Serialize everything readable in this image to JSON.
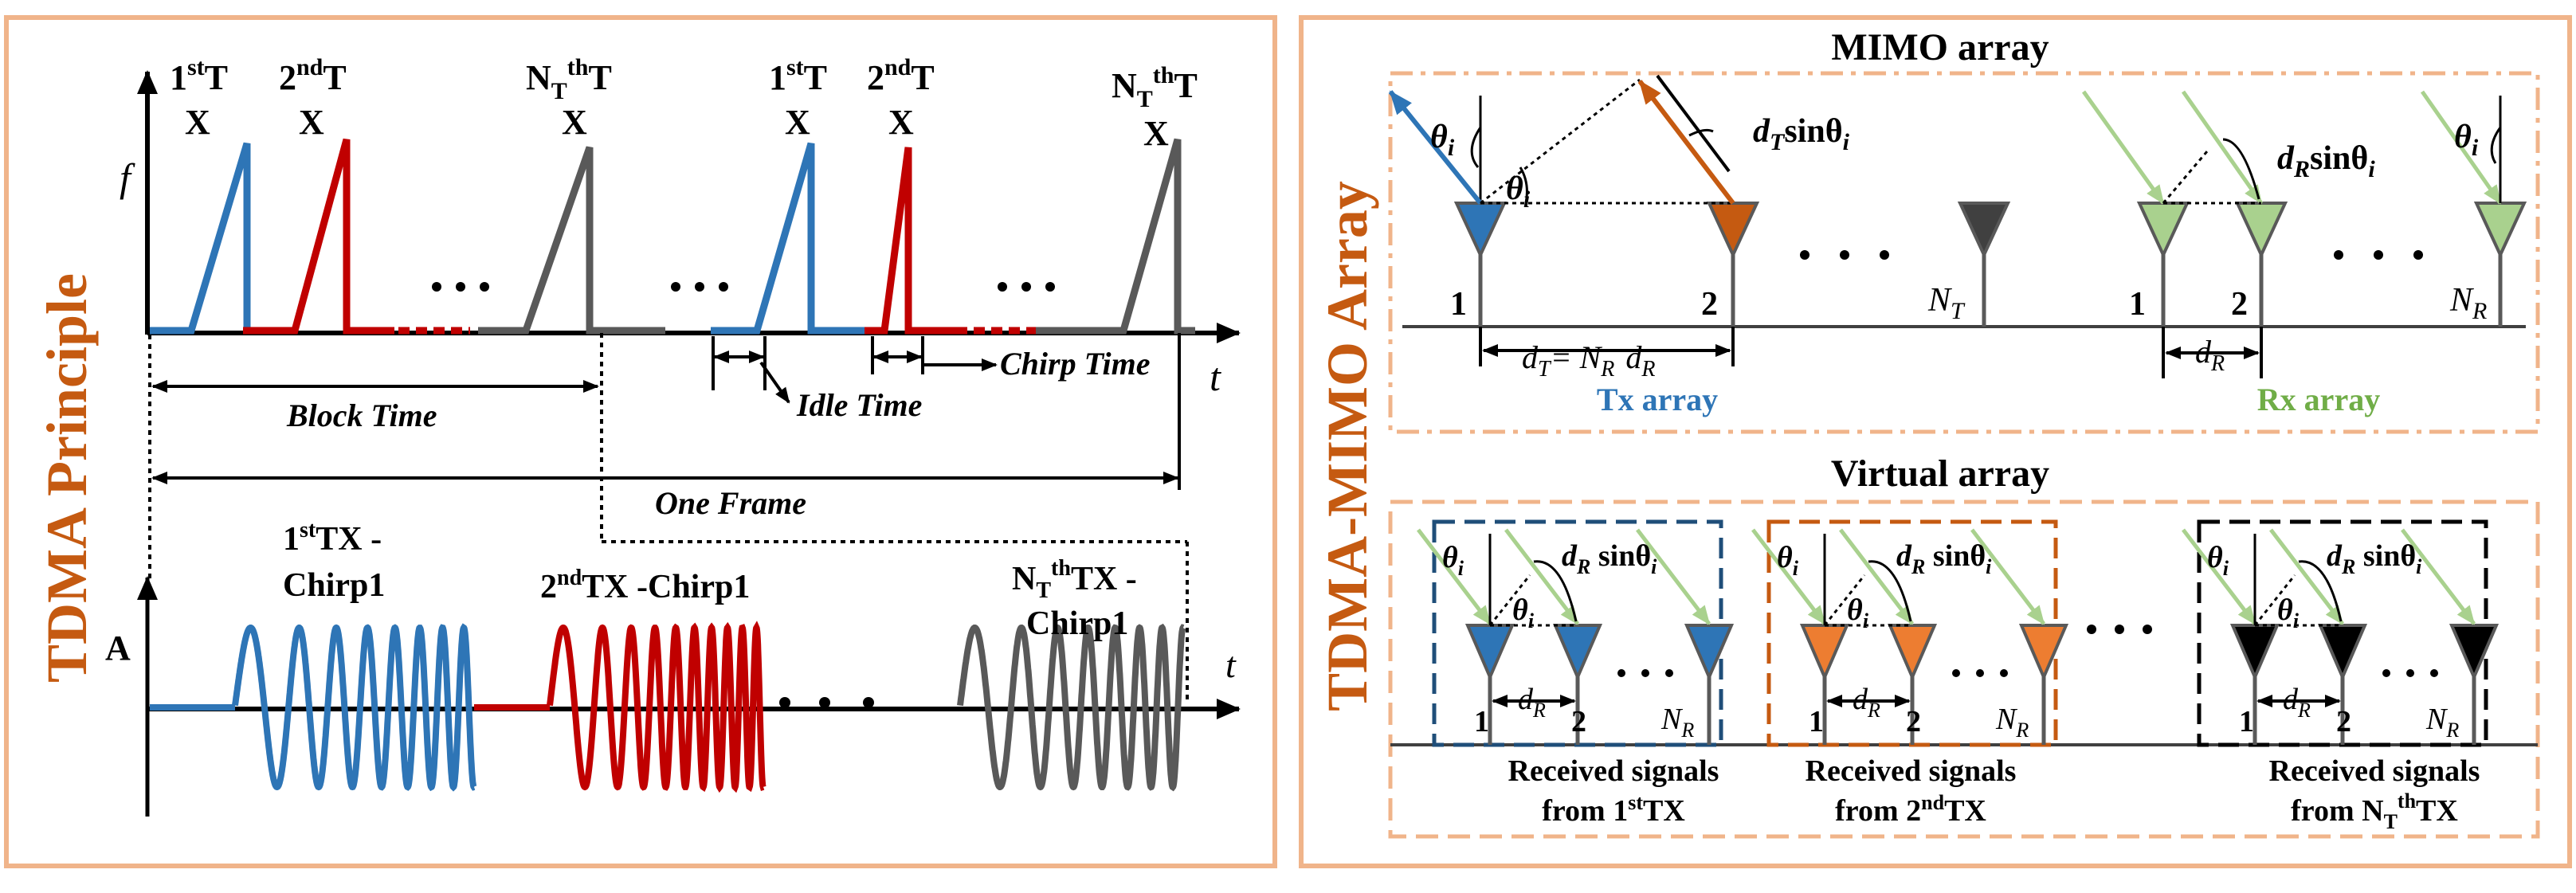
{
  "colors": {
    "panel_border": "#f0b48a",
    "title_orange": "#c55a11",
    "blue": "#2e75b6",
    "red": "#c00000",
    "gray": "#595959",
    "orange": "#ed7d31",
    "dark_orange": "#c55a11",
    "green": "#a9d18e",
    "dark": "#404040",
    "tx_label": "#1f4e79",
    "rx_label": "#70ad47"
  },
  "left": {
    "side_title": "TDMA Principle",
    "freq_axis": "f",
    "time_axis": "t",
    "amp_axis": "A",
    "tx_labels": [
      {
        "main": "1",
        "sup": "st",
        "rest": "T",
        "line2": "X"
      },
      {
        "main": "2",
        "sup": "nd",
        "rest": "T",
        "line2": "X"
      },
      {
        "main": "N",
        "sub": "T",
        "sup": "th",
        "rest": "T",
        "line2": "X"
      },
      {
        "main": "1",
        "sup": "st",
        "rest": "T",
        "line2": "X"
      },
      {
        "main": "2",
        "sup": "nd",
        "rest": "T",
        "line2": "X"
      },
      {
        "main": "N",
        "sub": "T",
        "sup": "th",
        "rest": "T",
        "line2": "X"
      }
    ],
    "dots": ". . .",
    "block_time": "Block Time",
    "idle_time": "Idle Time",
    "chirp_time": "Chirp Time",
    "one_frame": "One Frame",
    "chirp_labels": {
      "c1_main": "1",
      "c1_sup": "st",
      "c1_rest": "TX -",
      "c1_line2": "Chirp1",
      "c2_main": "2",
      "c2_sup": "nd",
      "c2_rest": "TX -Chirp1",
      "c3_main": "N",
      "c3_sub": "T",
      "c3_sup": "th",
      "c3_rest": "TX -",
      "c3_line2": "Chirp1"
    }
  },
  "right": {
    "side_title": "TDMA-MIMO Array",
    "mimo_title": "MIMO array",
    "virtual_title": "Virtual array",
    "theta": "θ",
    "theta_sub": "i",
    "dT_sin": "sinθ",
    "dR_sin": "sinθ",
    "dT_eq": "= N",
    "tx_array": "Tx array",
    "rx_array": "Rx array",
    "labels": {
      "one": "1",
      "two": "2",
      "N": "N",
      "T": "T",
      "R": "R",
      "d": "d"
    },
    "received": [
      {
        "line1": "Received signals",
        "line2_pre": "from 1",
        "sup": "st",
        "line2_post": "TX"
      },
      {
        "line1": "Received signals",
        "line2_pre": "from 2",
        "sup": "nd",
        "line2_post": "TX"
      },
      {
        "line1": "Received signals",
        "line2_pre": "from N",
        "sub": "T",
        "sup": "th",
        "line2_post": "TX"
      }
    ]
  }
}
